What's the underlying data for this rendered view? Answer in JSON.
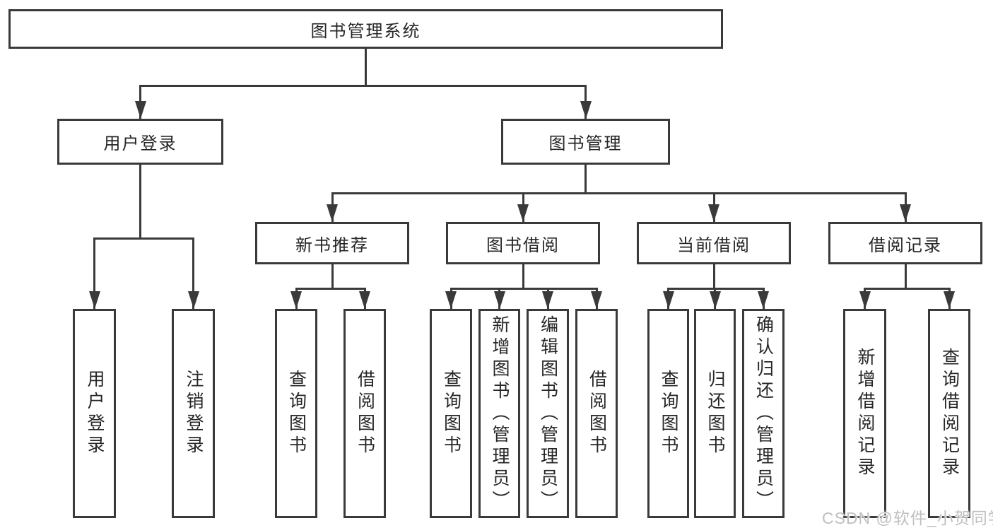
{
  "diagram": {
    "watermark": "CSDN @软件_小贺同学",
    "colors": {
      "line": "#3a3a3a",
      "text": "#262626",
      "background": "#ffffff",
      "watermark": "#c0c0c0"
    },
    "tree": {
      "id": "library-system",
      "label": "图书管理系统",
      "children": [
        {
          "id": "user-login",
          "label": "用户登录",
          "children": [
            {
              "id": "user-login-leaf",
              "label": "用户登录",
              "vertical": true
            },
            {
              "id": "logout-leaf",
              "label": "注销登录",
              "vertical": true
            }
          ]
        },
        {
          "id": "book-management",
          "label": "图书管理",
          "children": [
            {
              "id": "new-book-recommend",
              "label": "新书推荐",
              "children": [
                {
                  "id": "nbr-query-books",
                  "label": "查询图书",
                  "vertical": true
                },
                {
                  "id": "nbr-borrow-books",
                  "label": "借阅图书",
                  "vertical": true
                }
              ]
            },
            {
              "id": "book-borrowing",
              "label": "图书借阅",
              "children": [
                {
                  "id": "bb-query-books",
                  "label": "查询图书",
                  "vertical": true
                },
                {
                  "id": "bb-add-books-admin",
                  "label": "新增图书（管理员）",
                  "vertical": true
                },
                {
                  "id": "bb-edit-books-admin",
                  "label": "编辑图书（管理员）",
                  "vertical": true
                },
                {
                  "id": "bb-borrow-books",
                  "label": "借阅图书",
                  "vertical": true
                }
              ]
            },
            {
              "id": "current-borrowing",
              "label": "当前借阅",
              "children": [
                {
                  "id": "cb-query-books",
                  "label": "查询图书",
                  "vertical": true
                },
                {
                  "id": "cb-return-books",
                  "label": "归还图书",
                  "vertical": true
                },
                {
                  "id": "cb-confirm-return-admin",
                  "label": "确认归还（管理员）",
                  "vertical": true
                }
              ]
            },
            {
              "id": "borrow-records",
              "label": "借阅记录",
              "children": [
                {
                  "id": "br-add-record",
                  "label": "新增借阅记录",
                  "vertical": true
                },
                {
                  "id": "br-query-record",
                  "label": "查询借阅记录",
                  "vertical": true
                }
              ]
            }
          ]
        }
      ]
    }
  }
}
